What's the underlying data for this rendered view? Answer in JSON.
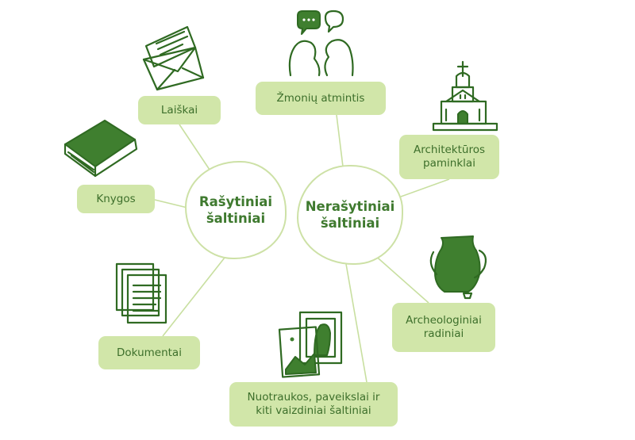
{
  "hubs": {
    "written": "Rašytiniai\nšaltiniai",
    "unwritten": "Nerašytiniai\nšaltiniai"
  },
  "written_sources": {
    "letters": "Laiškai",
    "books": "Knygos",
    "documents": "Dokumentai"
  },
  "unwritten_sources": {
    "memory": "Žmonių atmintis",
    "architecture": "Architektūros\npaminklai",
    "archaeology": "Archeologiniai\nradiniai",
    "images": "Nuotraukos, paveikslai ir\nkiti vaizdiniai šaltiniai"
  },
  "colors": {
    "box_fill": "#d1e6a9",
    "line": "#c8dfa0",
    "hub_text": "#3f7a2f",
    "icon_ink": "#2f6a22"
  },
  "icons": [
    "letter-envelope-icon",
    "book-icon",
    "documents-stack-icon",
    "people-talking-icon",
    "church-icon",
    "jug-icon",
    "picture-frames-icon"
  ]
}
